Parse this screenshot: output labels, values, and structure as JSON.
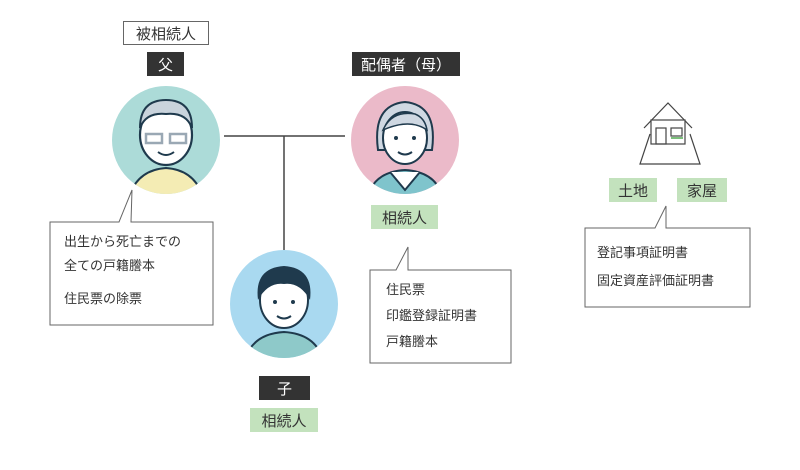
{
  "father": {
    "role_label": "被相続人",
    "name_label": "父",
    "documents": [
      "出生から死亡までの",
      "全ての戸籍謄本",
      "住民票の除票"
    ]
  },
  "mother": {
    "name_label": "配偶者（母）",
    "role_label": "相続人"
  },
  "child": {
    "name_label": "子",
    "role_label": "相続人",
    "documents": [
      "住民票",
      "印鑑登録証明書",
      "戸籍謄本"
    ]
  },
  "property": {
    "land_label": "土地",
    "house_label": "家屋",
    "documents": [
      "登記事項証明書",
      "固定資産評価証明書"
    ]
  },
  "colors": {
    "father_bg": "#acdbd8",
    "mother_bg": "#ebbac9",
    "child_bg": "#a9d9f0",
    "label_dark": "#333333",
    "label_green": "#c3e2bd"
  }
}
